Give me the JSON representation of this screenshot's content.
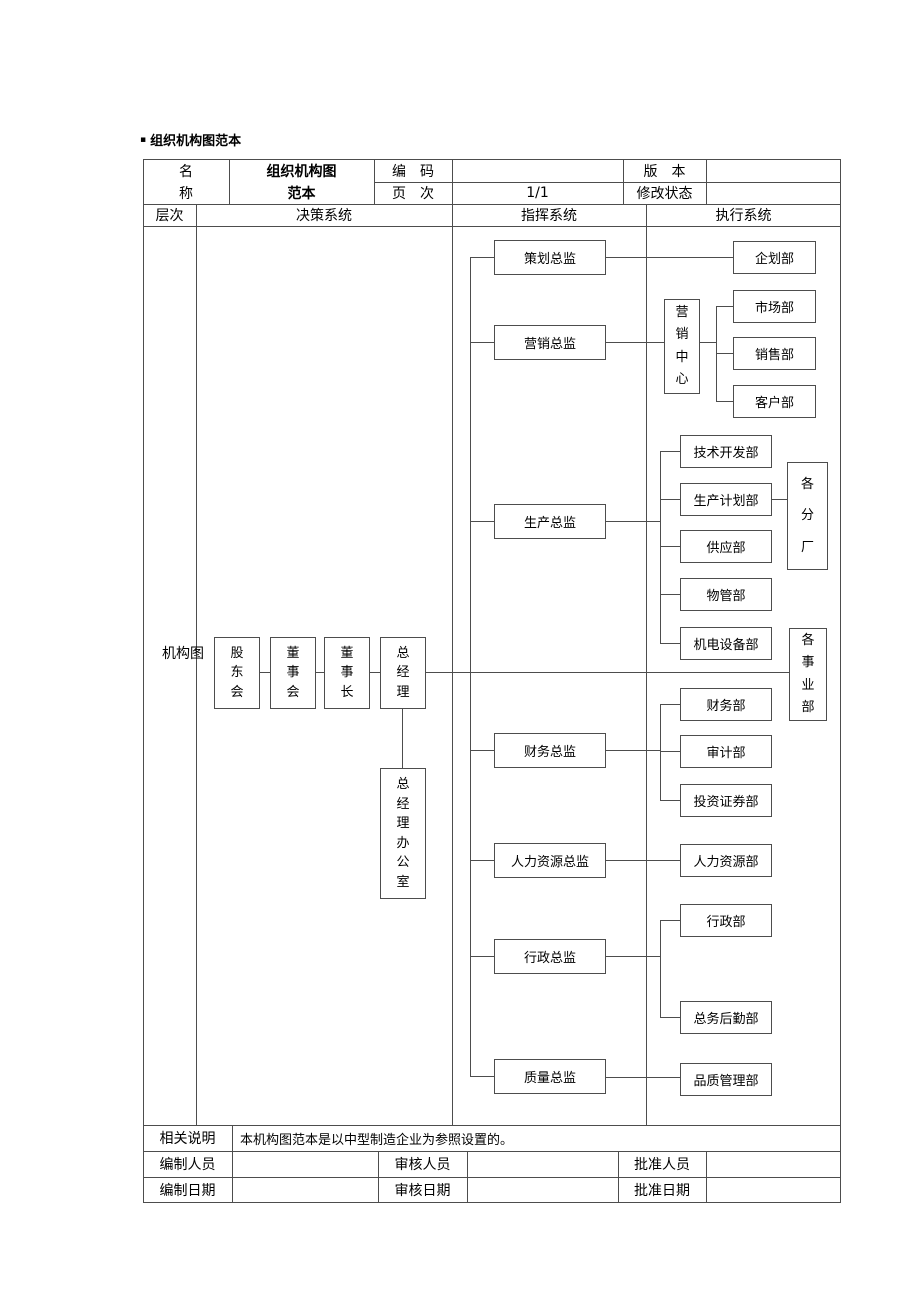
{
  "doc": {
    "bullet": "▪",
    "title": "组织机构图范本"
  },
  "header": {
    "name_top": "名",
    "name_bottom": "称",
    "title_top": "组织机构图",
    "title_bottom": "范本",
    "code_label": "编　码",
    "page_label": "页　次",
    "page_value": "1/1",
    "version_label": "版　本",
    "status_label": "修改状态"
  },
  "systems": {
    "level": "层次",
    "decision": "决策系统",
    "command": "指挥系统",
    "execution": "执行系统"
  },
  "chart": {
    "row_label": "机构图",
    "decision": [
      "股东会",
      "董事会",
      "董事长",
      "总经理"
    ],
    "office": "总经理办公室",
    "directors": [
      "策划总监",
      "营销总监",
      "生产总监",
      "财务总监",
      "人力资源总监",
      "行政总监",
      "质量总监"
    ],
    "marketing_center": "营销中心",
    "departments": {
      "planning": "企划部",
      "market": "市场部",
      "sales": "销售部",
      "customer": "客户部",
      "tech": "技术开发部",
      "prod_plan": "生产计划部",
      "supply": "供应部",
      "materials": "物管部",
      "equipment": "机电设备部",
      "branch_factories": "各分厂",
      "business_units": "各事业部",
      "finance": "财务部",
      "audit": "审计部",
      "securities": "投资证券部",
      "hr": "人力资源部",
      "admin": "行政部",
      "logistics": "总务后勤部",
      "quality": "品质管理部"
    }
  },
  "footer": {
    "note_label": "相关说明",
    "note_text": "本机构图范本是以中型制造企业为参照设置的。",
    "prepared_by": "编制人员",
    "reviewed_by": "审核人员",
    "approved_by": "批准人员",
    "prepared_date": "编制日期",
    "reviewed_date": "审核日期",
    "approved_date": "批准日期"
  }
}
